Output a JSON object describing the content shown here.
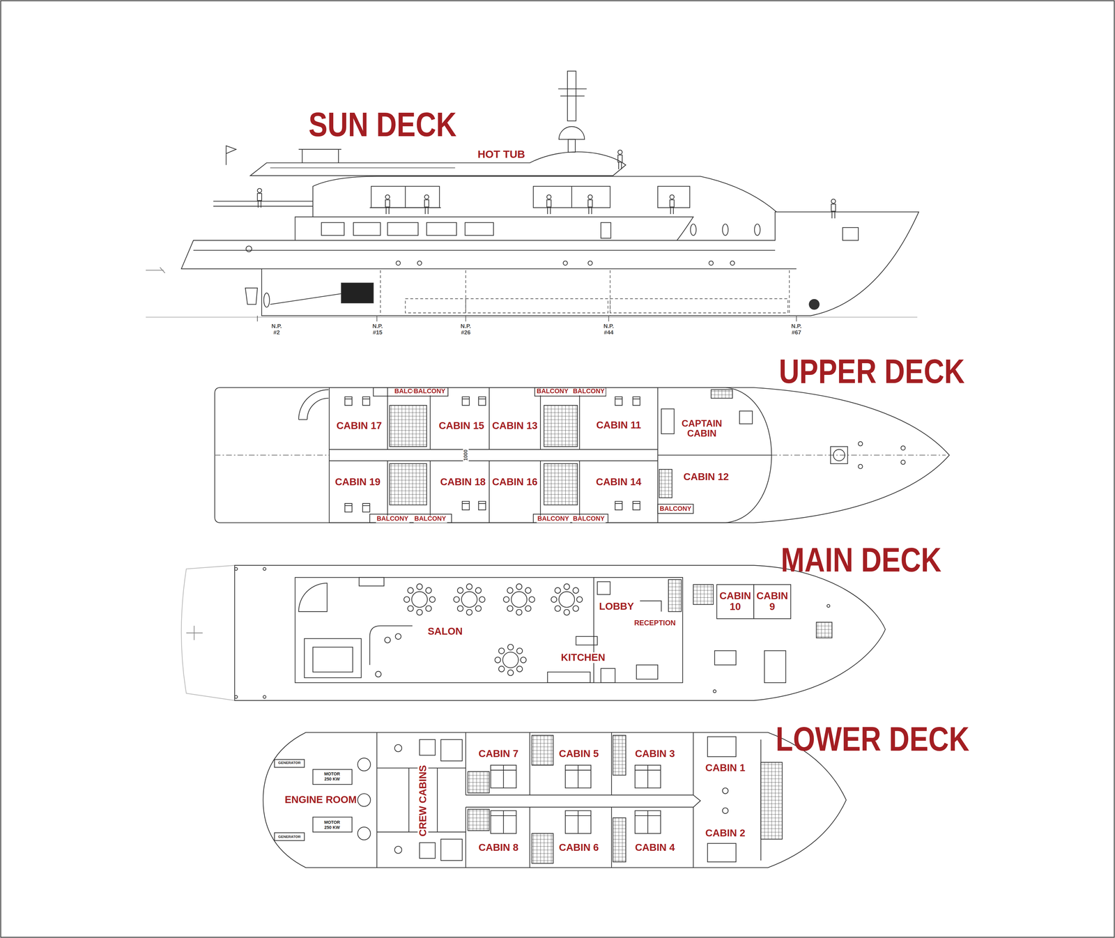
{
  "diagram": {
    "labels": [
      "SUN DECK",
      "HOT TUB",
      "N.P. #2",
      "N.P. #15",
      "N.P. #26",
      "N.P. #44",
      "N.P. #67",
      "UPPER DECK",
      "BALCONY",
      "BALCONY",
      "BALCONY",
      "BALCONY",
      "CABIN 17",
      "CABIN 15",
      "CABIN 13",
      "CABIN 11",
      "CAPTAIN CABIN",
      "1000",
      "CABIN 19",
      "CABIN 18",
      "CABIN 16",
      "CABIN 14",
      "CABIN 12",
      "BALCONY",
      "BALCONY",
      "BALCONY",
      "BALCONY",
      "BALCONY",
      "MAIN DECK",
      "LOBBY",
      "CABIN 10",
      "CABIN 9",
      "RECEPTION",
      "SALON",
      "KITCHEN",
      "LOWER DECK",
      "GENERATOR",
      "MOTOR 250 KW",
      "CABIN 7",
      "CABIN 5",
      "CABIN 3",
      "CABIN 1",
      "ENGINE ROOM",
      "CREW CABINS",
      "CABIN 8",
      "CABIN 6",
      "CABIN 4",
      "CABIN 2",
      "MOTOR 250 KW",
      "GENERATOR"
    ]
  }
}
